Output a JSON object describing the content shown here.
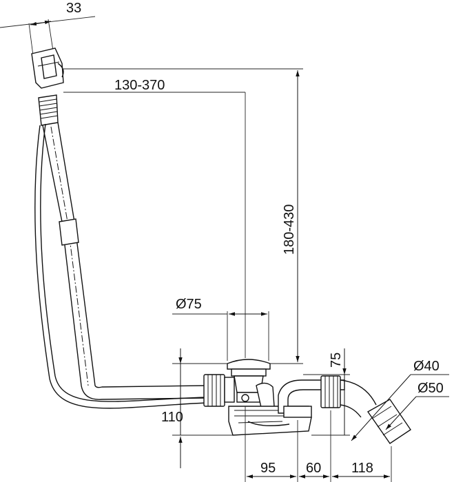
{
  "dimensions": {
    "top_offset": "33",
    "horizontal_range": "130-370",
    "vertical_range": "180-430",
    "drain_diameter": "Ø75",
    "overflow_height": "75",
    "pipe_diameter_small": "Ø40",
    "pipe_diameter_large": "Ø50",
    "base_height": "110",
    "bottom_1": "95",
    "bottom_2": "60",
    "bottom_3": "118"
  }
}
